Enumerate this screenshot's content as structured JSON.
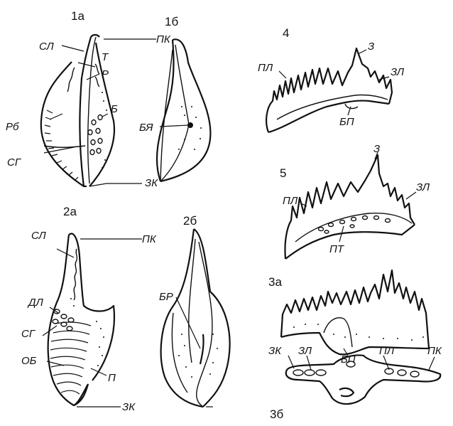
{
  "figures": {
    "f1a": {
      "number": "1а",
      "labels": {
        "sl": "СЛ",
        "pk": "ПК",
        "t": "Т",
        "r": "Р",
        "b": "Б",
        "rb": "Рб",
        "sg": "СГ",
        "zk": "ЗК"
      }
    },
    "f1b": {
      "number": "1б",
      "labels": {
        "bya": "БЯ"
      }
    },
    "f2a": {
      "number": "2а",
      "labels": {
        "sl": "СЛ",
        "pk": "ПК",
        "dl": "ДЛ",
        "sg": "СГ",
        "ob": "ОБ",
        "p": "П",
        "zk": "ЗК"
      }
    },
    "f2b": {
      "number": "2б",
      "labels": {
        "br": "БР"
      }
    },
    "f4": {
      "number": "4",
      "labels": {
        "pl": "ПЛ",
        "z": "З",
        "zl": "ЗЛ",
        "bp": "БП"
      }
    },
    "f5": {
      "number": "5",
      "labels": {
        "z": "З",
        "pl": "ПЛ",
        "zl": "ЗЛ",
        "pt": "ПТ"
      }
    },
    "f3a": {
      "number": "3а",
      "labels": {
        "zk": "ЗК",
        "zl": "ЗЛ",
        "bp": "БП",
        "pl": "ПЛ",
        "pk": "ПК"
      }
    },
    "f3b": {
      "number": "3б"
    }
  }
}
